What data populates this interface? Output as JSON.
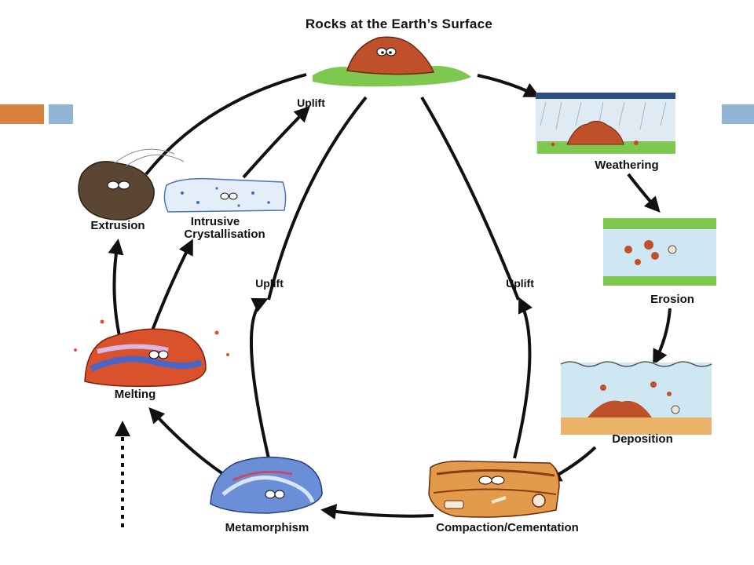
{
  "title": "Rocks at the Earth’s Surface",
  "stages": {
    "weathering": "Weathering",
    "erosion": "Erosion",
    "deposition": "Deposition",
    "compaction": "Compaction/Cementation",
    "metamorphism": "Metamorphism",
    "melting": "Melting",
    "extrusion": "Extrusion",
    "intrusive_line1": "Intrusive",
    "intrusive_line2": "Crystallisation"
  },
  "uplift_label": "Uplift",
  "colors": {
    "orange_accent": "#d9823f",
    "blue_accent": "#92b5d6",
    "arrow": "#111111",
    "grass": "#7ec850",
    "rock_red": "#c0502a"
  }
}
